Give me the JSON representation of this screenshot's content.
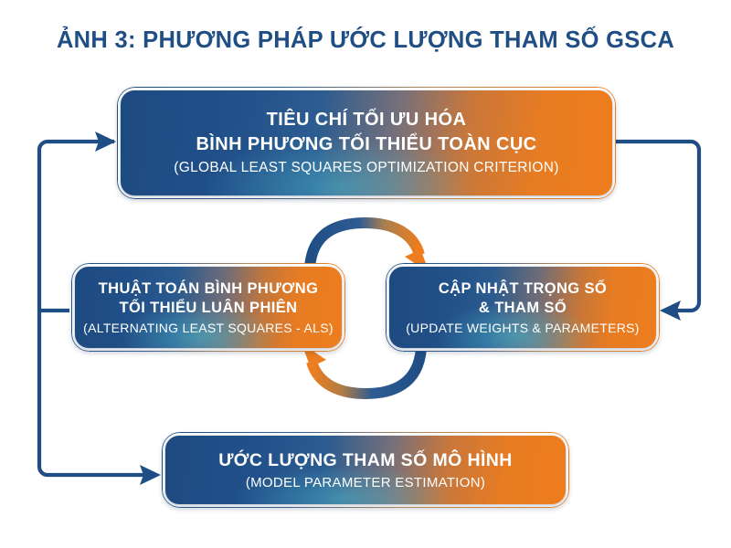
{
  "title": "ẢNH 3: PHƯƠNG PHÁP ƯỚC LƯỢNG THAM SỐ GSCA",
  "colors": {
    "blue": "#1F4E85",
    "blue_dark": "#1D4A80",
    "orange": "#ED7D1E",
    "cyan_glow": "#4AC4D6",
    "white": "#FFFFFF",
    "connector": "#1F4E85"
  },
  "nodes": {
    "criterion": {
      "line1": "TIÊU CHÍ TỐI ƯU HÓA",
      "line2": "BÌNH PHƯƠNG TỐI THIỂU TOÀN CỤC",
      "sub": "(GLOBAL LEAST SQUARES OPTIMIZATION CRITERION)"
    },
    "als": {
      "line1": "THUẬT TOÁN BÌNH PHƯƠNG",
      "line2": "TỐI THIỂU LUÂN PHIÊN",
      "sub": "(ALTERNATING LEAST SQUARES - ALS)"
    },
    "update": {
      "line1": "CẬP NHẬT TRỌNG SỐ",
      "line2": "& THAM SỐ",
      "sub": "(UPDATE WEIGHTS & PARAMETERS)"
    },
    "estimation": {
      "line1": "ƯỚC LƯỢNG THAM SỐ MÔ HÌNH",
      "sub": "(MODEL PARAMETER ESTIMATION)"
    }
  },
  "connectors": [
    {
      "name": "left-spine-to-criterion",
      "from": "left-spine",
      "to": "criterion",
      "style": "elbow-arrow"
    },
    {
      "name": "left-spine-to-als",
      "from": "left-spine",
      "to": "als",
      "style": "tee"
    },
    {
      "name": "left-spine-to-estimation",
      "from": "left-spine",
      "to": "estimation",
      "style": "elbow-arrow"
    },
    {
      "name": "criterion-to-update",
      "from": "criterion",
      "to": "update",
      "style": "elbow-arrow"
    },
    {
      "name": "als-to-update",
      "from": "als",
      "to": "update",
      "style": "curved-arrow-top"
    },
    {
      "name": "update-to-als",
      "from": "update",
      "to": "als",
      "style": "curved-arrow-bottom"
    }
  ]
}
